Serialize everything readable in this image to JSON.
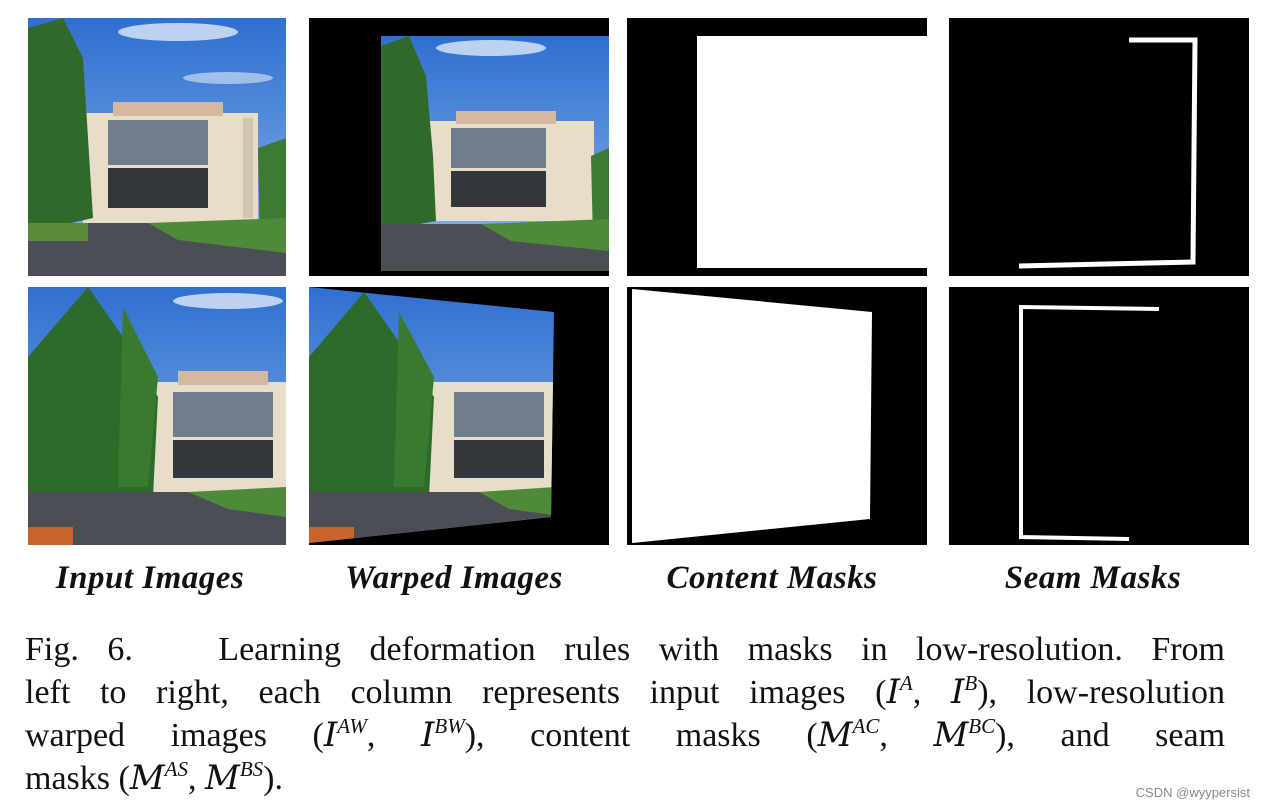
{
  "figure": {
    "column_labels": [
      "Input Images",
      "Warped Images",
      "Content Masks",
      "Seam Masks"
    ],
    "rows": [
      {
        "row": 1,
        "panels": [
          "input-image-photo",
          "warped-image-photo",
          "content-mask",
          "seam-mask"
        ]
      },
      {
        "row": 2,
        "panels": [
          "input-image-photo",
          "warped-image-photo",
          "content-mask",
          "seam-mask"
        ]
      }
    ]
  },
  "caption": {
    "label": "Fig. 6.",
    "line1": "Learning deformation rules with masks in low-resolution. From",
    "line2_a": "left to right, each column represents input images (",
    "line2_b": "), low-resolution",
    "line3_a": "warped images (",
    "line3_b": "), content masks (",
    "line3_c": "), and seam",
    "line4_a": "masks (",
    "line4_b": ").",
    "math": {
      "IA_base": "I",
      "IA_sup": "A",
      "IB_base": "I",
      "IB_sup": "B",
      "IAW_base": "I",
      "IAW_sup": "AW",
      "IBW_base": "I",
      "IBW_sup": "BW",
      "MAC_base": "M",
      "MAC_sup": "AC",
      "MBC_base": "M",
      "MBC_sup": "BC",
      "MAS_base": "M",
      "MAS_sup": "AS",
      "MBS_base": "M",
      "MBS_sup": "BS",
      "comma": ", "
    }
  },
  "watermark": "CSDN @wyypersist",
  "colors": {
    "sky": "#3f7fd6",
    "building": "#e8ddc8",
    "tree": "#2e6a2a",
    "mask_black": "#000000",
    "mask_white": "#ffffff"
  }
}
